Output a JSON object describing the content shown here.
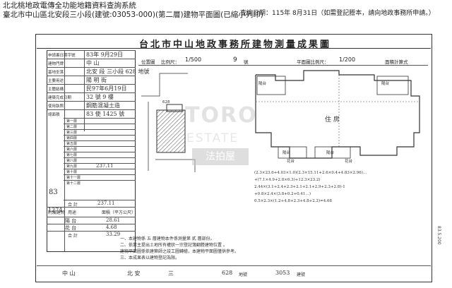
{
  "header": {
    "system_title": "北北桃地政電傳全功能地籍資料查詢系統",
    "record_line": "臺北市中山區北安段三小段(建號:03053-000)(第二層)建物平面圖(已縮小列印)",
    "query_date": "查詢日期：115年 8月31日（如需登記謄本，請向地政事務所申請。）"
  },
  "sheet": {
    "title": "台北市中山地政事務所建物測量成果圖",
    "scale_prefix": "位置圖",
    "scale_mid": "比例尺：",
    "scale_value": "1/500",
    "scale_label_2": "平面圖比例尺：",
    "scale_value_2": "1/200",
    "hw_no": "9",
    "hw_no_label": "號",
    "compute_label": "面積計算式"
  },
  "left_table": {
    "rows": [
      {
        "label": "申請書日期字號",
        "value": "83年 9月29日"
      },
      {
        "label": "建物門牌",
        "value": "中 山"
      },
      {
        "label": "基地坐落",
        "value": "北安 段 三小段 628 地號"
      },
      {
        "label": "主要用途",
        "value": "陽 明 街"
      },
      {
        "label": "主體結構",
        "value": "民97年6月19日"
      },
      {
        "label": "建築完成日期",
        "value": "32 號 9 樓"
      },
      {
        "label": "使用執照",
        "value": "鋼筋混凝土造"
      },
      {
        "label": "總面積",
        "value": "83 使 1425 號"
      }
    ],
    "floor_labels": [
      "第一層",
      "第二層",
      "第三層",
      "第四層",
      "第五層",
      "第六層",
      "第七層",
      "第八層",
      "第九層",
      "第十層",
      "第十一層",
      "第十二層"
    ],
    "floor_area_entry": "237.11",
    "subtotal_label": "合 計",
    "subtotal_value": "237.11",
    "side_number": "83",
    "side_code": "1274",
    "attach_header": [
      "附屬建物",
      "用途",
      "面積（平方公尺）"
    ],
    "attach_rows": [
      {
        "name": "陽 台",
        "area": "28.61"
      },
      {
        "name": "花 台",
        "area": "4.68"
      }
    ],
    "total_label": "合 計",
    "total_value": "33.29"
  },
  "plan": {
    "room_label": "住 房",
    "balcony_labels": [
      "陽台",
      "陽台",
      "陽台",
      "陽台"
    ],
    "planter_labels": [
      "花台",
      "花台"
    ],
    "lot_number": "628",
    "compute_lines": [
      "(2.3×23.6+4.03×1.0)(2.3×15.11+2.6×0.4+4.83×2.96)…",
      "+(7.1×4.9+2.8×6.3)+12.3×23.2)",
      "2.44×(3.1+2.4+2.3+2.1+2.1+2.9+2.3+2.8)-1",
      "+0.8×2.4×(3.8+0.2+0.41…)",
      "0.5×2.3×(1.2+4.8+2.3+4.8+2.2)=4.68"
    ]
  },
  "notes": [
    "一、本建物係 五 層建物本件係測量第 貳 層部份。",
    "二、依業主提出土地所有權狀一宗登記簿翻謄建物位置 。",
    "     建物平面圖係依建築師之竣工圖轉繪，本建物平面圖僅供參考。",
    "三、本成果表以建物登記為限。"
  ],
  "bottom": {
    "district": "中 山",
    "section": "北 安",
    "subsection": "三",
    "lot": "628",
    "lot_label": "地號",
    "building_no": "3053",
    "building_label": "建號"
  },
  "side_mark": "83.5.200"
}
